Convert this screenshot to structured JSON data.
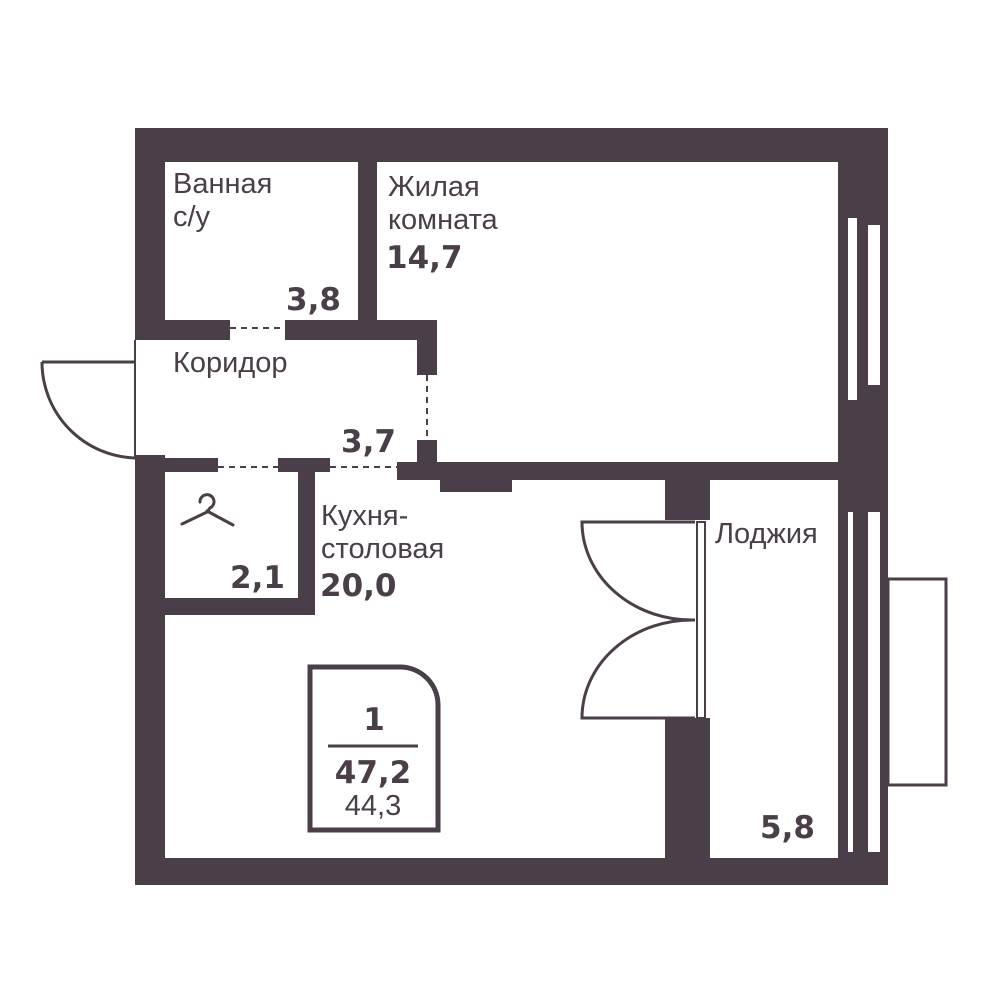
{
  "colors": {
    "wall": "#4a3e48",
    "background": "#ffffff"
  },
  "rooms": {
    "bathroom": {
      "name_line1": "Ванная",
      "name_line2": "с/у",
      "area": "3,8"
    },
    "living": {
      "name_line1": "Жилая",
      "name_line2": "комната",
      "area": "14,7"
    },
    "corridor": {
      "name": "Коридор",
      "area": "3,7"
    },
    "wardrobe": {
      "icon": "hanger-icon",
      "area": "2,1"
    },
    "kitchen": {
      "name_line1": "Кухня-",
      "name_line2": "столовая",
      "area": "20,0"
    },
    "loggia": {
      "name": "Лоджия",
      "area": "5,8"
    }
  },
  "badge": {
    "rooms": "1",
    "total_area": "47,2",
    "living_area": "44,3"
  }
}
